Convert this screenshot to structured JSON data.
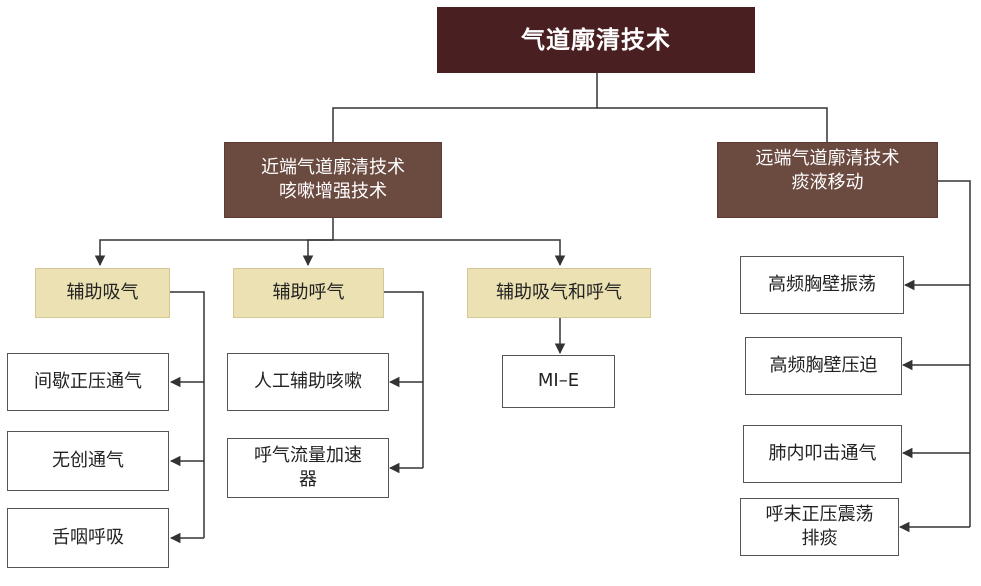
{
  "root": {
    "label": "气道廓清技术"
  },
  "proximal": {
    "line1": "近端气道廓清技术",
    "line2": "咳嗽增强技术",
    "children": {
      "assist_inhale": {
        "label": "辅助吸气",
        "items": [
          "间歇正压通气",
          "无创通气",
          "舌咽呼吸"
        ]
      },
      "assist_exhale": {
        "label": "辅助呼气",
        "items": [
          "人工辅助咳嗽",
          "呼气流量加速",
          "器"
        ]
      },
      "assist_both": {
        "label": "辅助吸气和呼气",
        "items": [
          "MI–E"
        ]
      }
    }
  },
  "distal": {
    "line1": "远端气道廓清技术",
    "line2": "痰液移动",
    "items": [
      "高频胸壁振荡",
      "高频胸壁压迫",
      "肺内叩击通气",
      "呼末正压震荡",
      "排痰"
    ]
  },
  "colors": {
    "root_bg": "#4a1f22",
    "level1_bg": "#6b4a40",
    "level2_bg": "#ebe1b3",
    "leaf_border": "#555555",
    "connector": "#333333"
  }
}
